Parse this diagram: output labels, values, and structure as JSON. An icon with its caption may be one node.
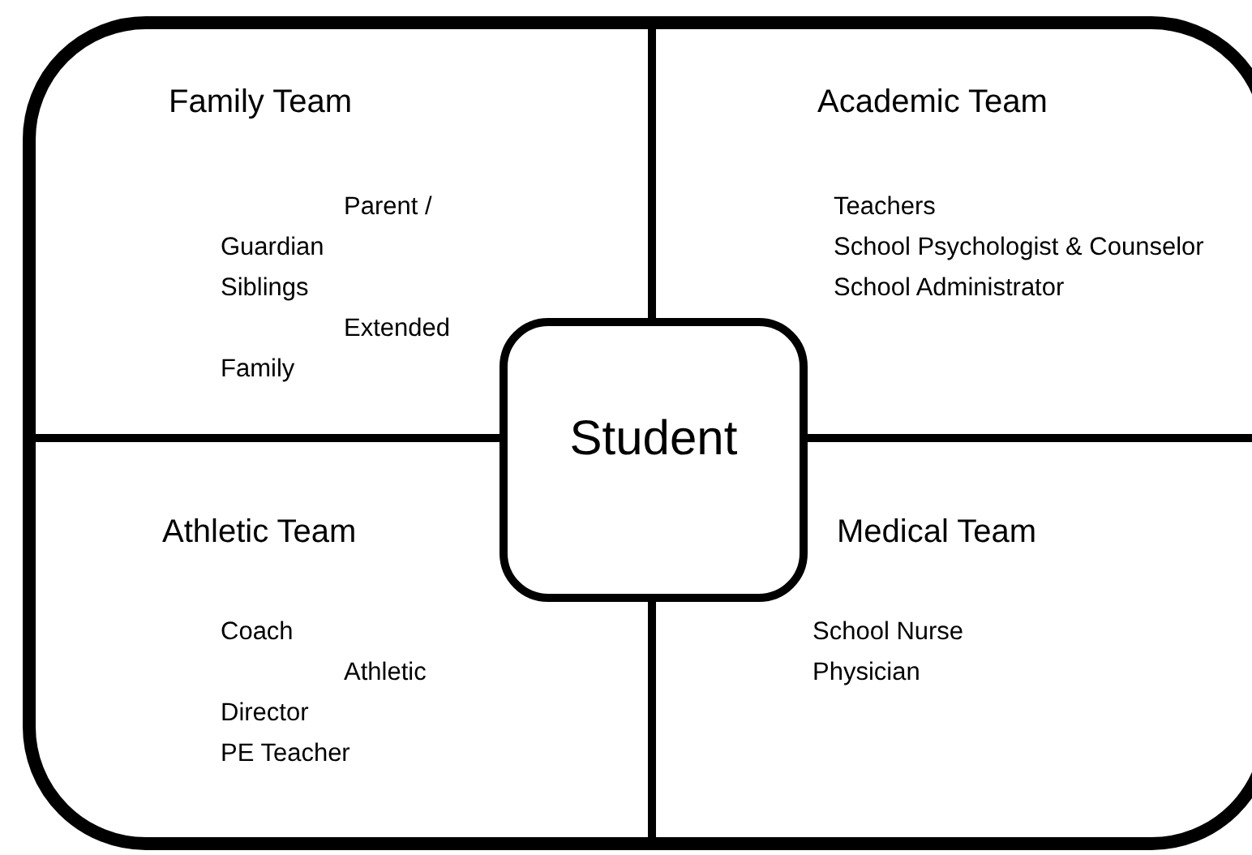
{
  "diagram": {
    "nodes": [
      {
        "text": [
          "Family Team",
          "Parent / Guardian",
          "Siblings",
          "Extended Family"
        ]
      },
      {
        "text": [
          "Academic Team",
          "Teachers",
          "School Psychologist & Counselor",
          "School Administrator"
        ]
      },
      {
        "text": [
          "Student"
        ]
      },
      {
        "text": [
          "Athletic Team",
          "Coach",
          "Athletic Director",
          "PE Teacher"
        ]
      },
      {
        "text": [
          "Medical Team",
          "School Nurse",
          "Physician"
        ]
      }
    ]
  }
}
